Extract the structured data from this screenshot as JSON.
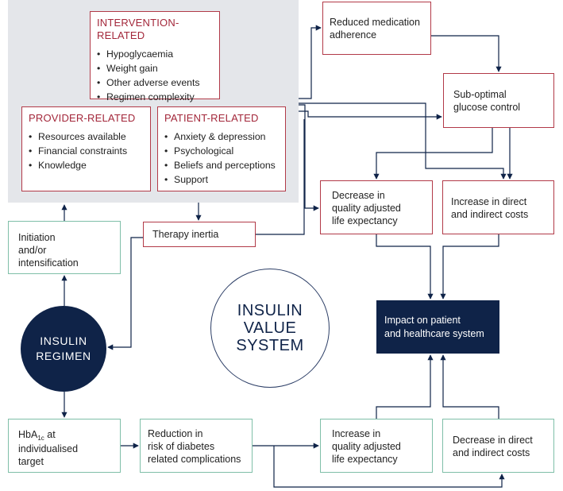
{
  "intervention": {
    "title": "INTERVENTION-RELATED",
    "items": [
      "Hypoglycaemia",
      "Weight gain",
      "Other adverse events",
      "Regimen complexity"
    ]
  },
  "provider": {
    "title": "PROVIDER-RELATED",
    "items": [
      "Resources available",
      "Financial constraints",
      "Knowledge"
    ]
  },
  "patient": {
    "title": "PATIENT-RELATED",
    "items": [
      "Anxiety & depression",
      "Psychological",
      "Beliefs and perceptions",
      "Support"
    ]
  },
  "reduced_adherence": "Reduced medication\nadherence",
  "suboptimal": "Sub-optimal\nglucose control",
  "decrease_qale": "Decrease in\nquality adjusted\nlife expectancy",
  "increase_costs": "Increase in direct\nand indirect costs",
  "therapy_inertia": "Therapy inertia",
  "initiation": "Initiation\nand/or\nintensification",
  "insulin_regimen": "INSULIN\nREGIMEN",
  "insulin_value": "INSULIN\nVALUE\nSYSTEM",
  "impact": "Impact on patient\nand healthcare system",
  "hba1c": {
    "prefix": "HbA",
    "sub": "1c",
    "suffix": " at\nindividualised\ntarget"
  },
  "reduction_risk": "Reduction in\nrisk of diabetes\nrelated complications",
  "increase_qale": "Increase in\nquality adjusted\nlife expectancy",
  "decrease_costs": "Decrease in direct\nand indirect costs",
  "colors": {
    "navy": "#0f2348",
    "red_border": "#b23a48",
    "green_border": "#7fbfa8",
    "panel": "#e4e6ea"
  }
}
